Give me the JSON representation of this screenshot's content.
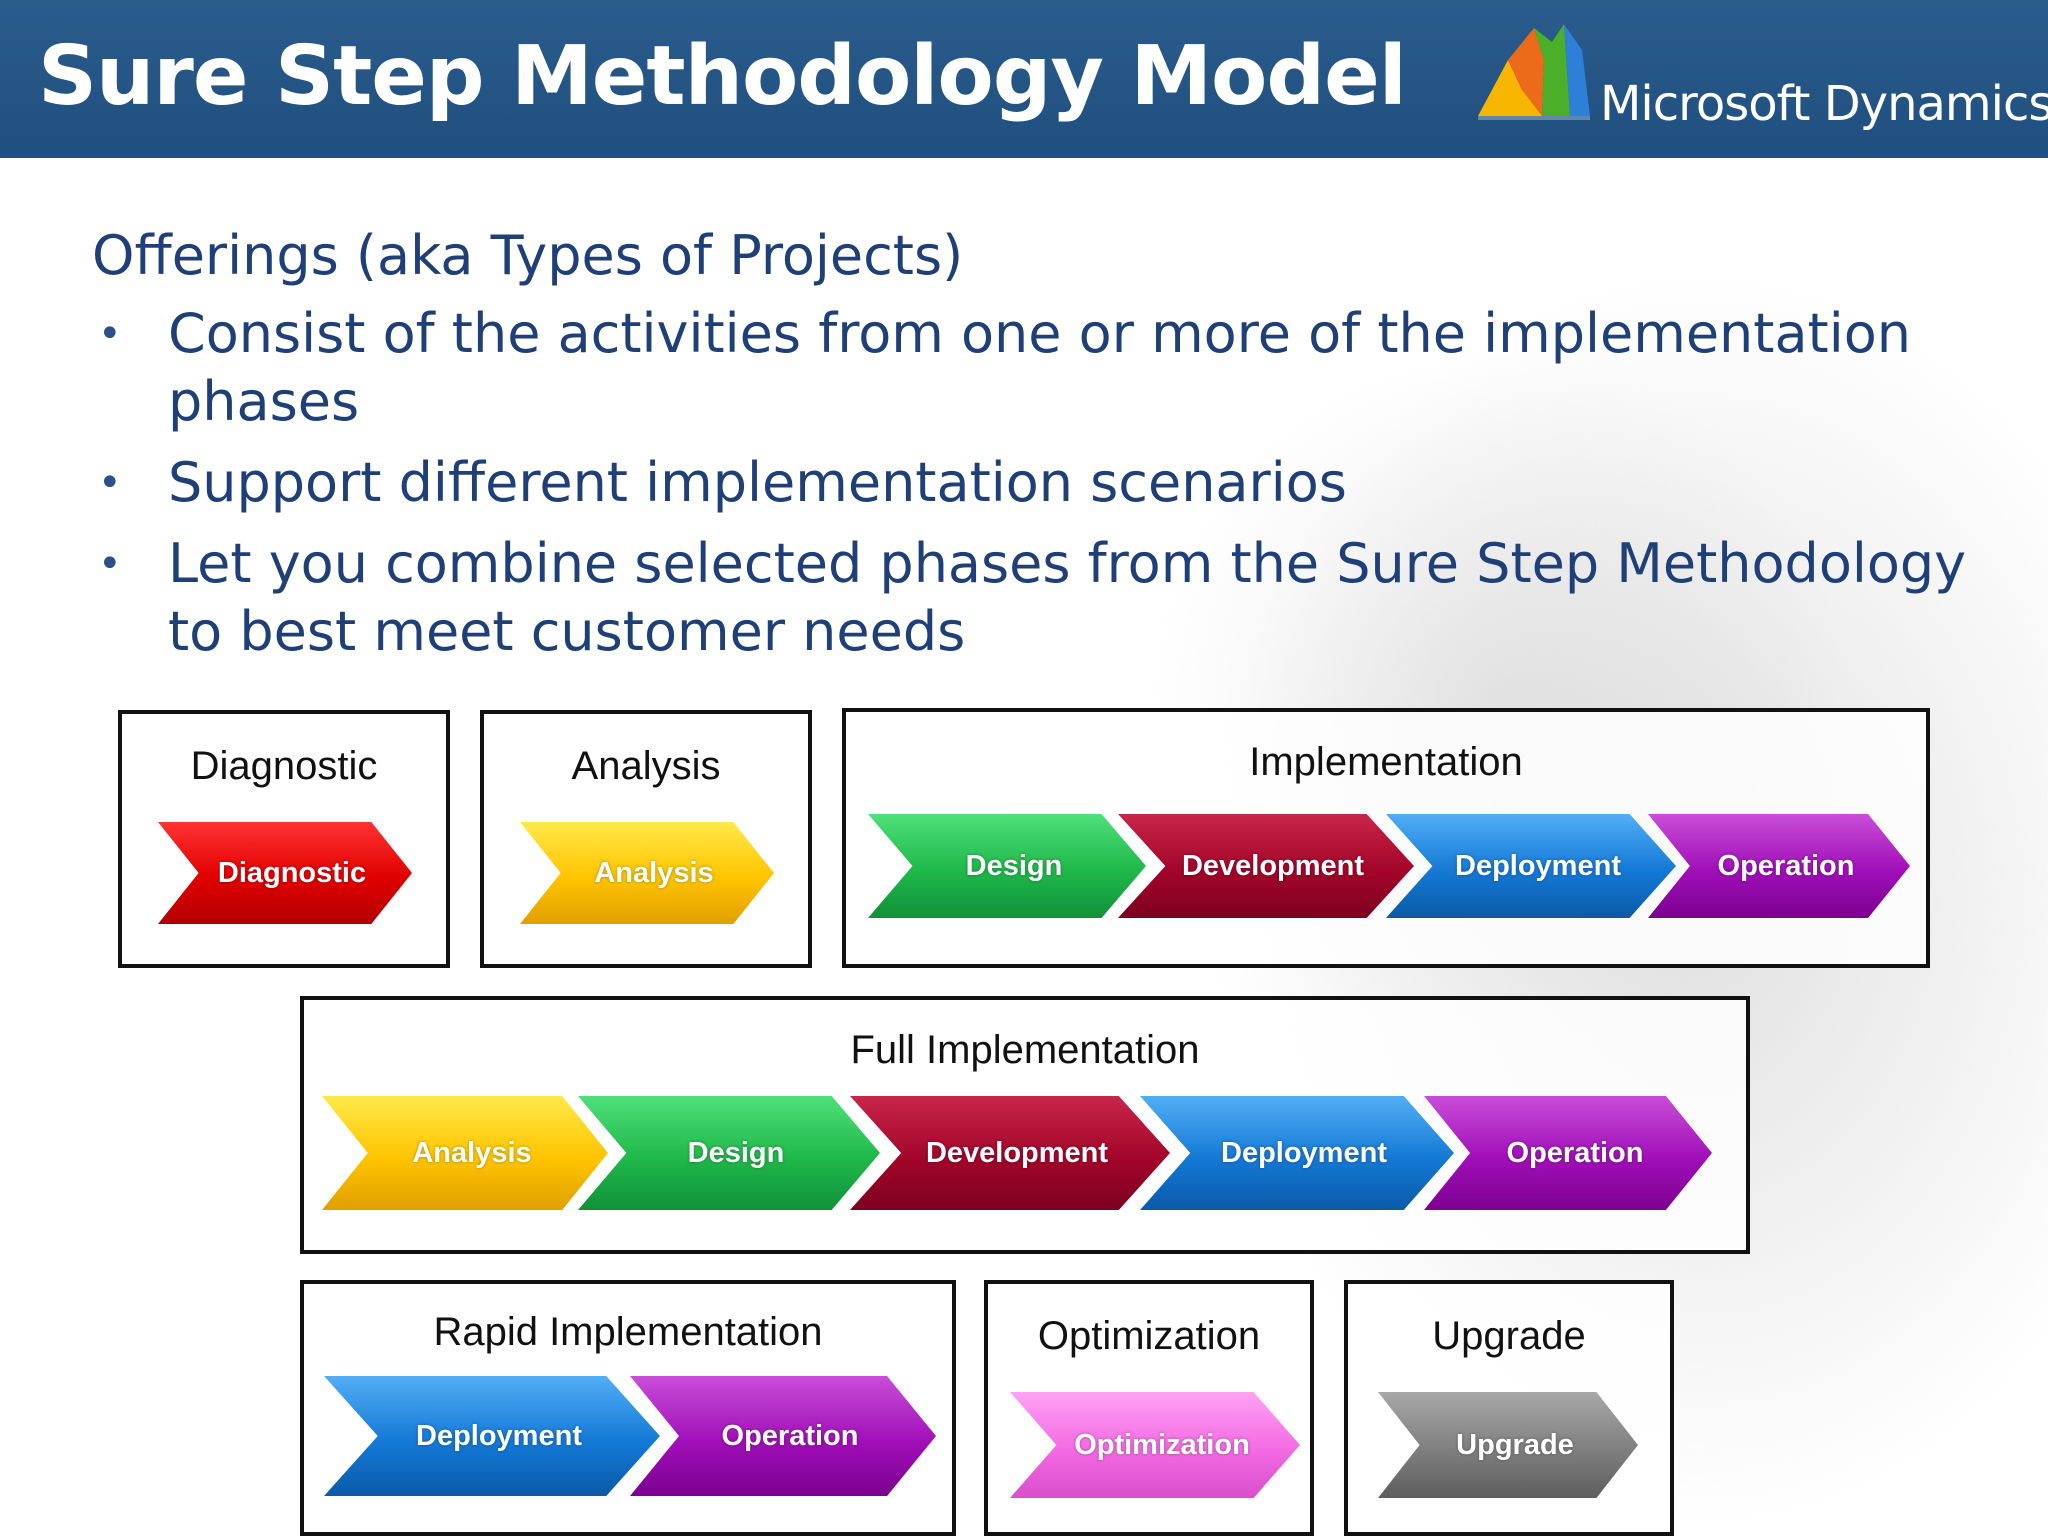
{
  "header": {
    "title": "Sure Step Methodology Model",
    "logo_text": "Microsoft Dynamics",
    "logo_icon": "microsoft-dynamics-logo-icon",
    "background_color": "#1f4f7e"
  },
  "intro": "Offerings (aka Types of Projects)",
  "bullets": [
    "Consist of the activities from one or more of the implementation phases",
    "Support different implementation scenarios",
    "Let you combine selected phases from the Sure Step Methodology to best meet customer needs"
  ],
  "offerings": [
    {
      "label": "Diagnostic",
      "phases": [
        "Diagnostic"
      ]
    },
    {
      "label": "Analysis",
      "phases": [
        "Analysis"
      ]
    },
    {
      "label": "Implementation",
      "phases": [
        "Design",
        "Development",
        "Deployment",
        "Operation"
      ]
    },
    {
      "label": "Full Implementation",
      "phases": [
        "Analysis",
        "Design",
        "Development",
        "Deployment",
        "Operation"
      ]
    },
    {
      "label": "Rapid Implementation",
      "phases": [
        "Deployment",
        "Operation"
      ]
    },
    {
      "label": "Optimization",
      "phases": [
        "Optimization"
      ]
    },
    {
      "label": "Upgrade",
      "phases": [
        "Upgrade"
      ]
    }
  ],
  "phase_colors": {
    "Diagnostic": "#e00000",
    "Analysis": "#ffc400",
    "Design": "#1fb84a",
    "Development": "#a3052a",
    "Deployment": "#1479d6",
    "Operation": "#a00fb8",
    "Optimization": "#f36ae3",
    "Upgrade": "#7f7f7f"
  }
}
